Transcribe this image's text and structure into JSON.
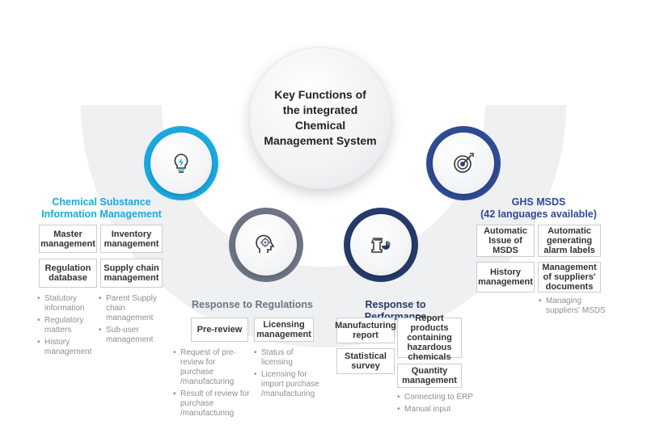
{
  "center": {
    "title": "Key Functions of\nthe integrated Chemical\nManagement System"
  },
  "colors": {
    "cyan": "#1aa9e0",
    "slate": "#6d7585",
    "navy": "#263b6a",
    "royal": "#2f4b93",
    "arc": "#eef0f2"
  },
  "icons": {
    "chemical": "lightbulb-lightning-icon",
    "regulations": "head-gear-icon",
    "performance": "chess-rook-chart-icon",
    "ghs": "target-arrow-icon"
  },
  "chemical": {
    "title": "Chemical Substance\nInformation Management",
    "boxes": [
      "Master management",
      "Inventory management",
      "Regulation database",
      "Supply chain management"
    ],
    "bullets_left": [
      "Statutory information",
      "Regulatory matters",
      "History management"
    ],
    "bullets_right": [
      "Parent Supply chain management",
      "Sub-user management"
    ]
  },
  "regulations": {
    "title": "Response to Regulations",
    "boxes": [
      "Pre-review",
      "Licensing management"
    ],
    "bullets_left": [
      "Request of pre-review for purchase /manufacturing",
      "Result of review for purchase /manufacturing"
    ],
    "bullets_right": [
      "Status of licensing",
      "Licensing for import purchase /manufacturing"
    ]
  },
  "performance": {
    "title": "Response to Performance",
    "boxes": [
      "Manufacturing report",
      "Report products containing hazardous chemicals",
      "Statistical survey",
      "Quantity management"
    ],
    "bullets": [
      "Connecting to ERP",
      "Manual input"
    ]
  },
  "ghs": {
    "title": "GHS MSDS\n(42 languages available)",
    "boxes": [
      "Automatic Issue of MSDS",
      "Automatic generating alarm labels",
      "History management",
      "Management of suppliers' documents"
    ],
    "bullets": [
      "Managing suppliers' MSDS"
    ]
  }
}
